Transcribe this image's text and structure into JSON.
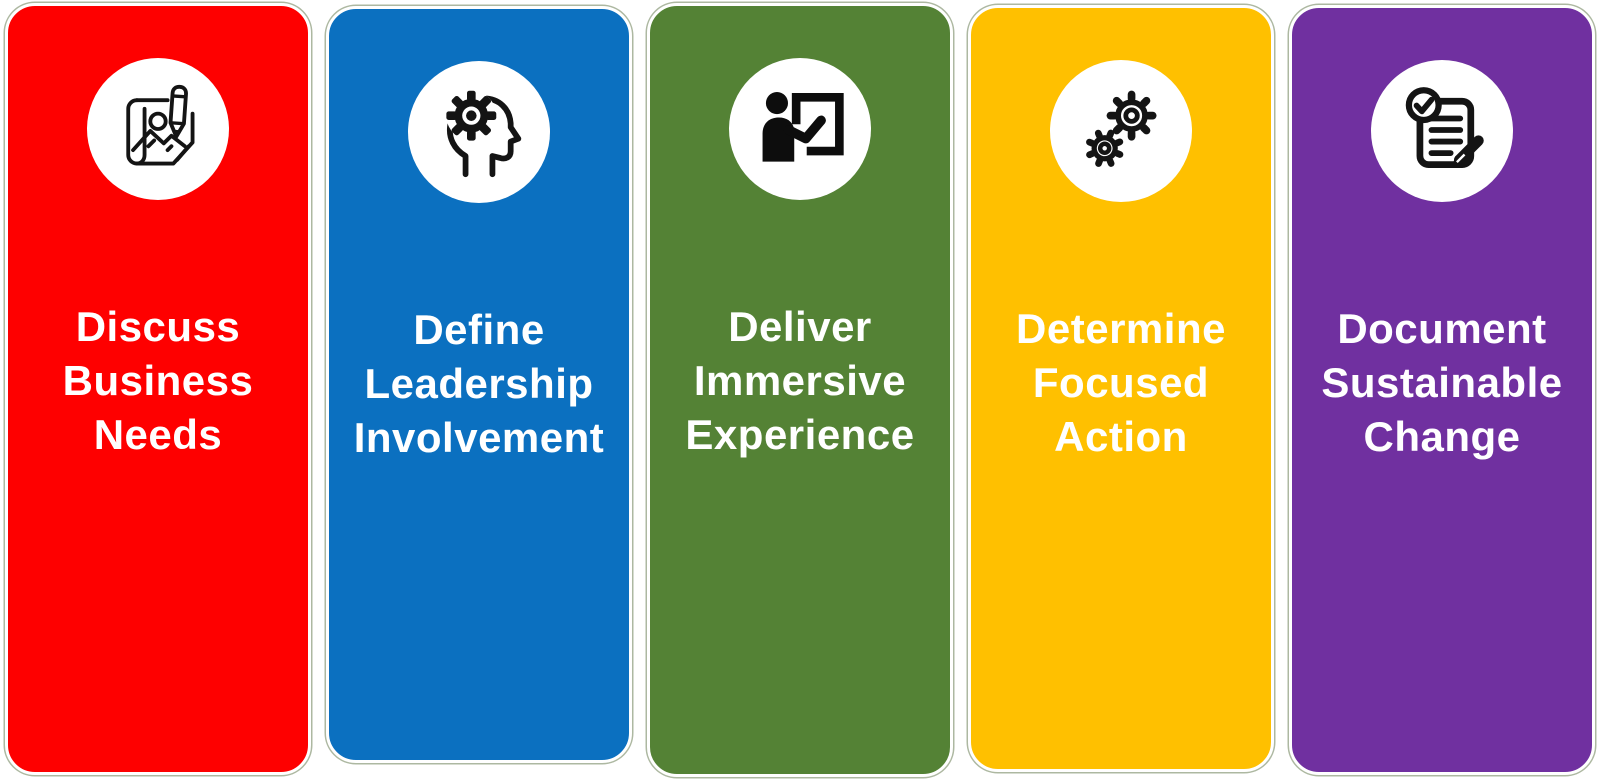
{
  "steps": [
    {
      "title": "Discuss\nBusiness\nNeeds",
      "color": "#FE0000",
      "icon": "blueprint-map-pencil-icon"
    },
    {
      "title": "Define\nLeadership\nInvolvement",
      "color": "#0B70C0",
      "icon": "head-gear-icon"
    },
    {
      "title": "Deliver\nImmersive\nExperience",
      "color": "#548235",
      "icon": "presenter-whiteboard-icon"
    },
    {
      "title": "Determine\nFocused\nAction",
      "color": "#FFC000",
      "icon": "double-gears-icon"
    },
    {
      "title": "Document\nSustainable\nChange",
      "color": "#7030A0",
      "icon": "checklist-pencil-icon"
    }
  ],
  "style": {
    "icon_circle_color": "#FFFFFF",
    "icon_glyph_color": "#141414",
    "title_text_color": "#FFFFFF"
  }
}
